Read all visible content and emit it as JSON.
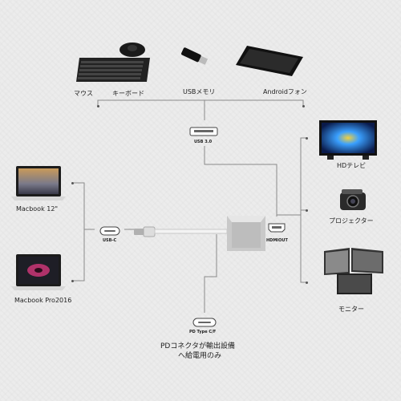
{
  "labels": {
    "mouse": "マウス",
    "keyboard": "キーボード",
    "usb_memory": "USBメモリ",
    "android_phone": "Androidフォン",
    "usb30": "USB 3.0",
    "hd_tv": "HDテレビ",
    "projector": "プロジェクター",
    "monitor": "モニター",
    "macbook12": "Macbook 12\"",
    "macbook_pro": "Macbook Pro2016",
    "usbc": "USB-C",
    "hdmi_out": "HDMIOUT",
    "pd_port": "PD Type C/F",
    "pd_note_line1": "PDコネクタが輸出設備",
    "pd_note_line2": "へ給電用のみ"
  },
  "colors": {
    "background": "#ececec",
    "line": "#888888",
    "adapter": "#c9c9c9",
    "tv_screen": "#1f6fd6"
  }
}
